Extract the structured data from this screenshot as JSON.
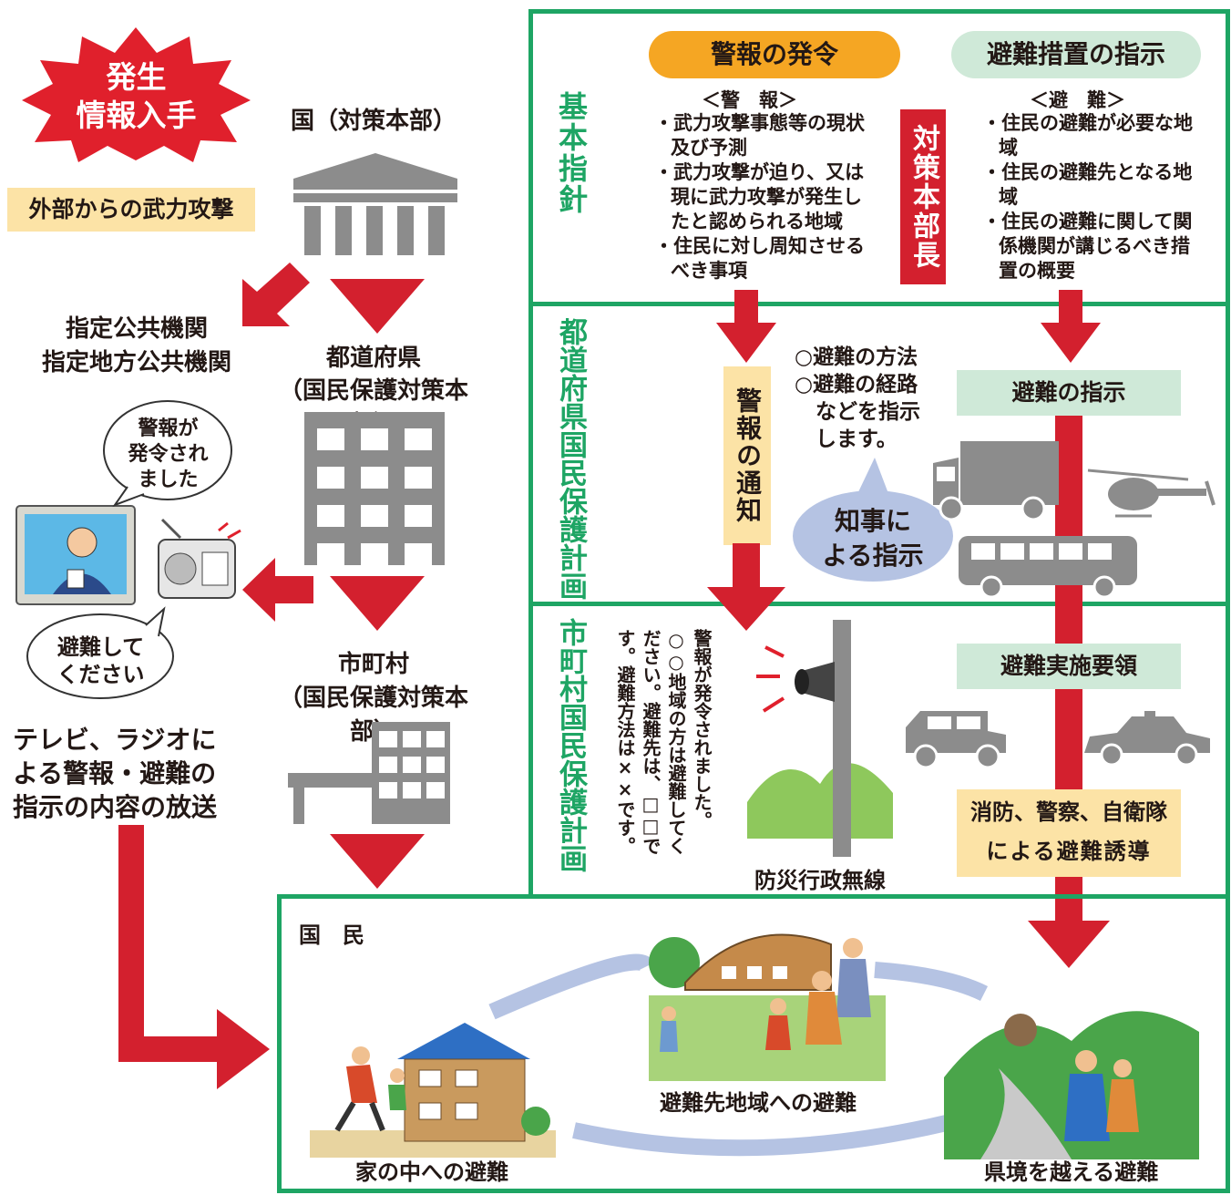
{
  "burst": {
    "line1": "発生",
    "line2": "情報入手"
  },
  "attack_label": "外部からの武力攻撃",
  "national": {
    "label": "国（対策本部）"
  },
  "public_agencies": {
    "line1": "指定公共機関",
    "line2": "指定地方公共機関"
  },
  "prefecture": {
    "line1": "都道府県",
    "line2": "（国民保護対策本部）"
  },
  "municipality": {
    "line1": "市町村",
    "line2": "（国民保護対策本部）"
  },
  "tv_bubble": {
    "line1": "警報が",
    "line2": "発令され",
    "line3": "ました"
  },
  "radio_bubble": {
    "line1": "避難して",
    "line2": "ください"
  },
  "broadcast": {
    "line1": "テレビ、ラジオに",
    "line2": "よる警報・避難の",
    "line3": "指示の内容の放送"
  },
  "sections": {
    "basic": "基本指針",
    "prefecture_plan": "都道府県国民保護計画",
    "municipal_plan": "市町村国民保護計画"
  },
  "warning_issue": "警報の発令",
  "evac_measure": "避難措置の指示",
  "director": "対策本部長",
  "warning_list": {
    "heading": "＜警　報＞",
    "items": [
      "武力攻撃事態等の現状及び予測",
      "武力攻撃が迫り、又は現に武力攻撃が発生したと認められる地域",
      "住民に対し周知させるべき事項"
    ]
  },
  "evac_list": {
    "heading": "＜避　難＞",
    "items": [
      "住民の避難が必要な地域",
      "住民の避難先となる地域",
      "住民の避難に関して関係機関が講じるべき措置の概要"
    ]
  },
  "warning_notice": "警報の通知",
  "instruct_text": {
    "line1": "○避難の方法",
    "line2": "○避難の経路",
    "line3": "　などを指示",
    "line4": "　します。"
  },
  "governor_bubble": {
    "line1": "知事に",
    "line2": "よる指示"
  },
  "evac_instruction": "避難の指示",
  "evac_procedure": "避難実施要領",
  "rescue": {
    "line1": "消防、警察、自衛隊",
    "line2": "による避難誘導"
  },
  "siren_msg": {
    "col1": "警報が発令されました。",
    "col2": "○○地域の方は避難してく",
    "col3": "ださい。避難先は、□□で",
    "col4": "す。避難方法は××です。"
  },
  "siren_label": "防災行政無線",
  "citizens": {
    "label": "国　民",
    "home": "家の中への避難",
    "area": "避難先地域への避難",
    "border": "県境を越える避難"
  },
  "colors": {
    "green": "#1ea564",
    "red": "#d3202e",
    "orange": "#f5a623",
    "gray": "#8c8c8c",
    "light_green": "#cfe9d8",
    "light_yellow": "#fce3a6",
    "bubble_blue": "#b5c3e3"
  }
}
